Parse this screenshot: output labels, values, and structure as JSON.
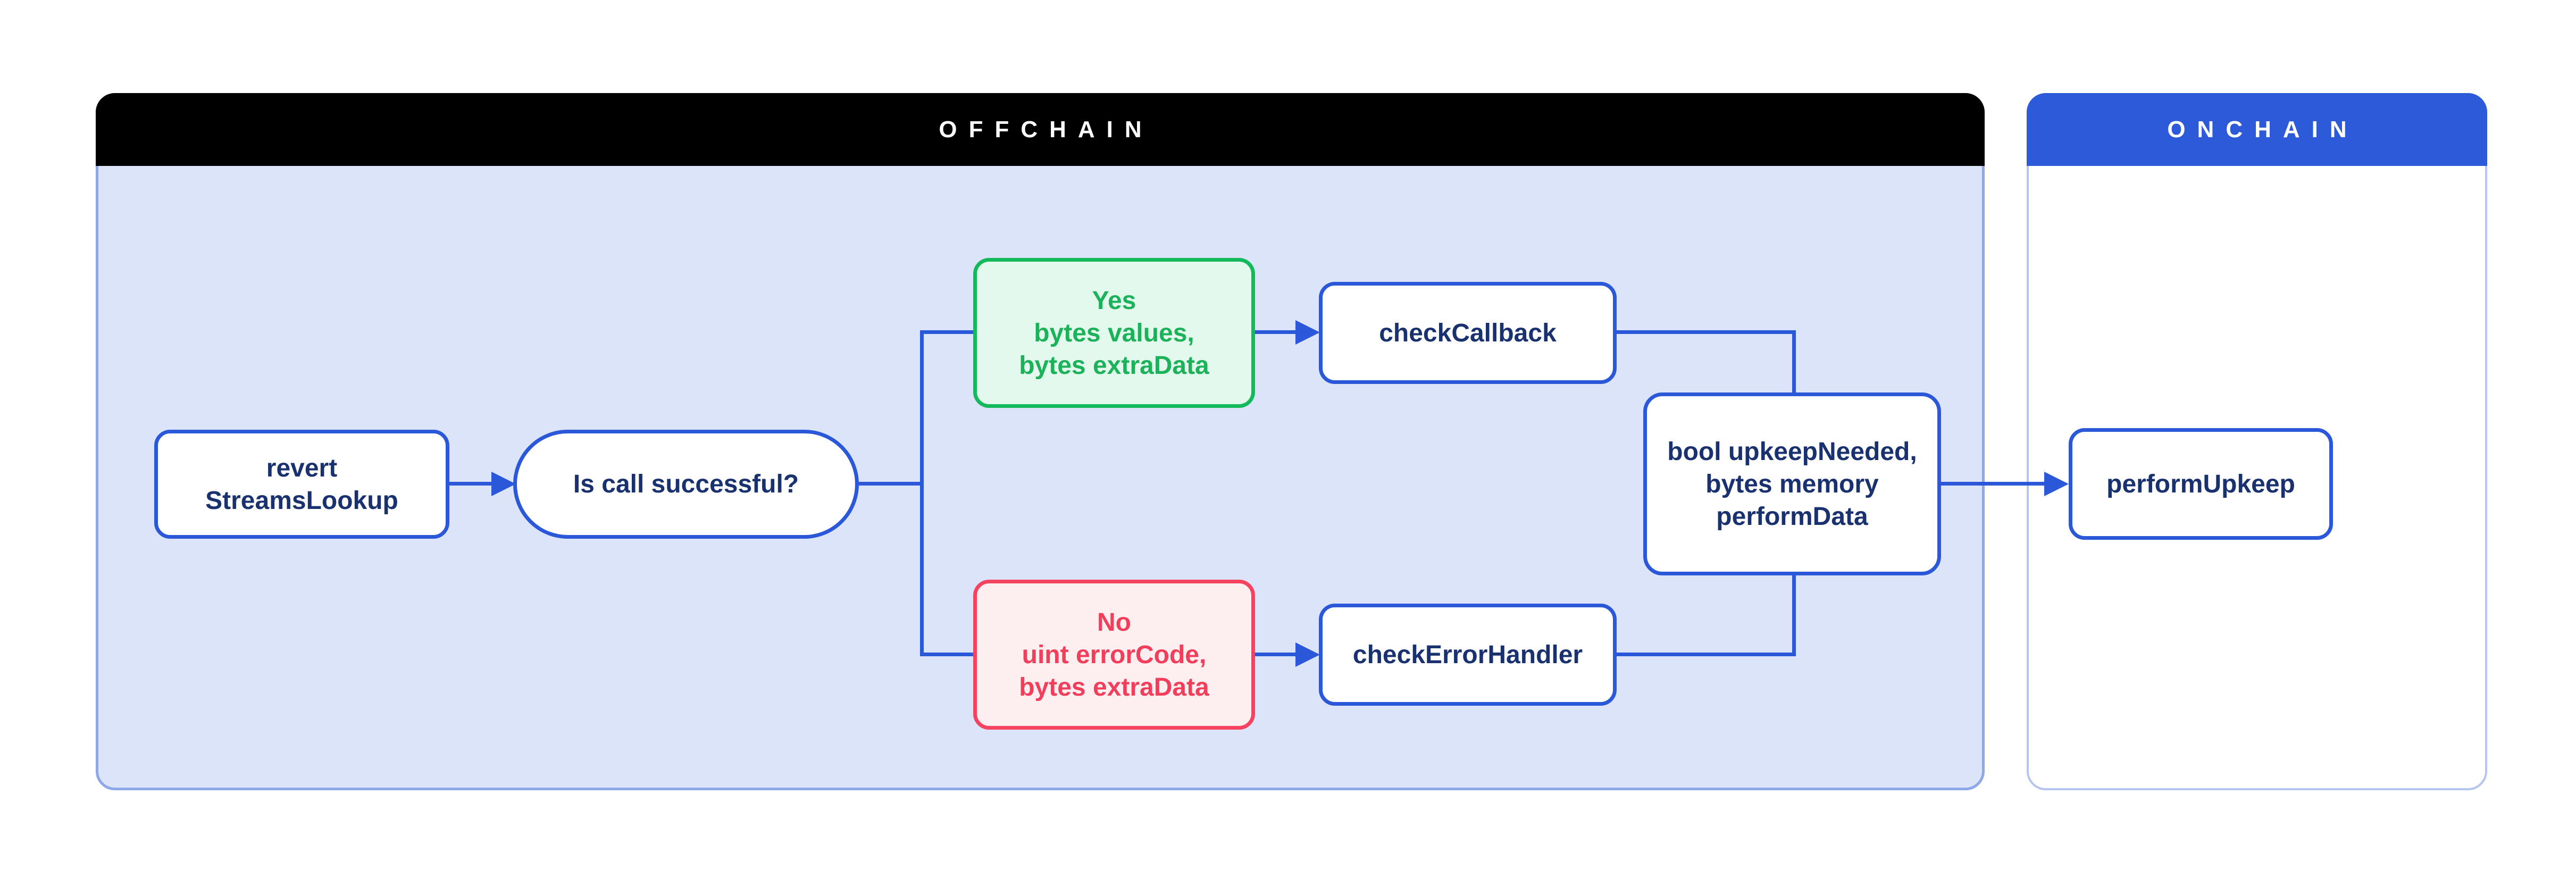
{
  "diagram": {
    "offchain": {
      "title": "OFFCHAIN"
    },
    "onchain": {
      "title": "ONCHAIN"
    },
    "nodes": {
      "revert": {
        "label": "revert\nStreamsLookup"
      },
      "decision": {
        "label": "Is call successful?"
      },
      "yes_branch": {
        "label": "Yes\nbytes values,\nbytes extraData"
      },
      "no_branch": {
        "label": "No\nuint errorCode,\nbytes extraData"
      },
      "check_callback": {
        "label": "checkCallback"
      },
      "check_error_handler": {
        "label": "checkErrorHandler"
      },
      "result": {
        "label": "bool upkeepNeeded,\nbytes memory\nperformData"
      },
      "perform_upkeep": {
        "label": "performUpkeep"
      }
    },
    "colors": {
      "offchain_header_bg": "#000000",
      "onchain_header_bg": "#2c5ad8",
      "offchain_body_bg": "#dbe4f8",
      "offchain_border": "#8ea7e9",
      "onchain_border": "#b6c5f0",
      "line_blue": "#2b58d8",
      "node_text_navy": "#19316f",
      "yes_bg": "#e4f9ed",
      "yes_border": "#14b95c",
      "yes_text": "#1cb259",
      "no_bg": "#fdeef0",
      "no_border": "#f4425f",
      "no_text": "#f23d5b",
      "header_text": "#ffffff"
    }
  }
}
